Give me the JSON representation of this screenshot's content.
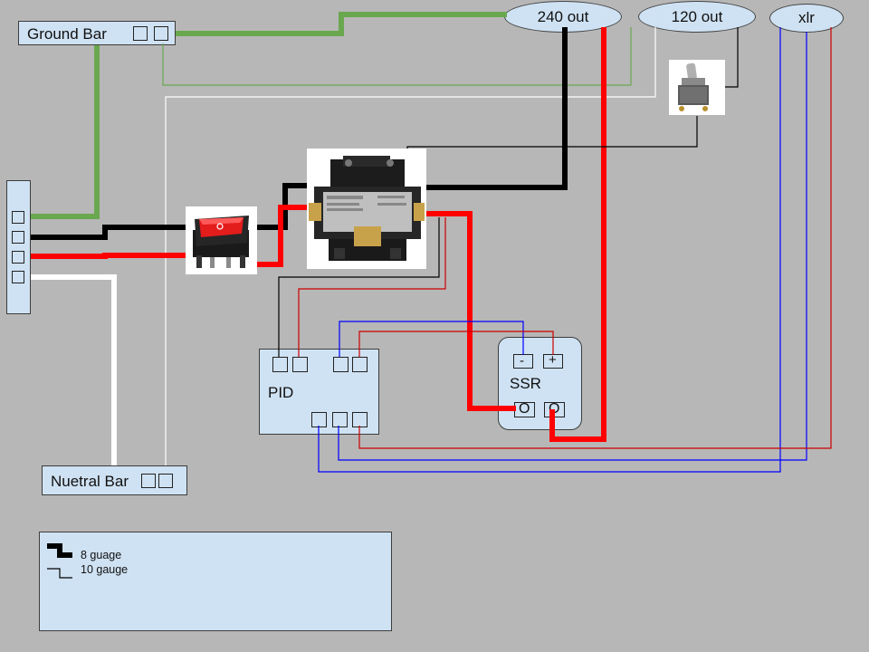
{
  "components": {
    "ground_bar": "Ground Bar",
    "neutral_bar": "Nuetral Bar",
    "out_240": "240 out",
    "out_120": "120 out",
    "xlr": "xlr",
    "pid": "PID",
    "ssr": "SSR",
    "ssr_minus": "-",
    "ssr_plus": "+",
    "ssr_out_1": "O",
    "ssr_out_2": "O"
  },
  "legend": {
    "gauge_8": "8 guage",
    "gauge_10": "10 gauge"
  },
  "colors": {
    "background": "#b7b7b7",
    "component_fill": "#cfe2f3",
    "ground_wire": "#6aa84f",
    "hot_black": "#000000",
    "hot_red": "#ff0000",
    "neutral_white": "#ffffff",
    "signal_blue": "#0000ff",
    "signal_red": "#cc0000"
  },
  "devices": {
    "rocker_switch": "rocker-switch-photo",
    "contactor": "contactor-photo",
    "toggle_switch": "toggle-switch-photo"
  }
}
